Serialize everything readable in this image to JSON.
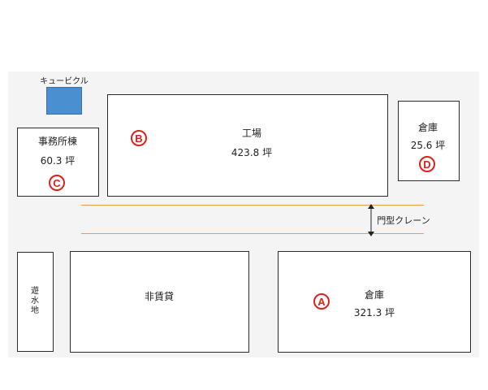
{
  "cubicle": {
    "label": "キュービクル"
  },
  "office": {
    "name": "事務所棟",
    "area": "60.3 坪",
    "marker": "C"
  },
  "factory": {
    "name": "工場",
    "area": "423.8 坪",
    "marker": "B"
  },
  "warehouse_d": {
    "name": "倉庫",
    "area": "25.6 坪",
    "marker": "D"
  },
  "crane": {
    "label": "門型クレーン"
  },
  "pond": {
    "chars": [
      "遊",
      "水",
      "地"
    ]
  },
  "non_rental": {
    "label": "非賃貸"
  },
  "warehouse_a": {
    "name": "倉庫",
    "area": "321.3 坪",
    "marker": "A"
  },
  "colors": {
    "marker": "#e0201a",
    "rail": "#ee9a4d",
    "cubicle": "#4a90d0",
    "outline": "#2b2b2b"
  }
}
